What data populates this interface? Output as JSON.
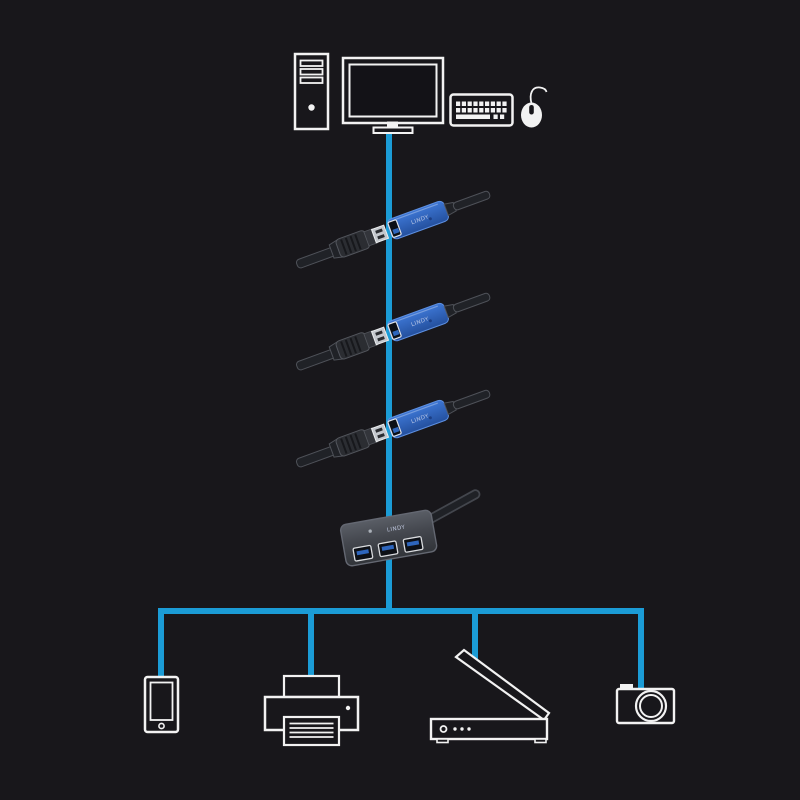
{
  "brand_label": "LINDY",
  "colors": {
    "background": "#18171b",
    "connection_line": "#1b9cd6",
    "device_outline": "#f2f2f2",
    "repeater_body_blue": "#2f63b8",
    "usb_port_tab_blue": "#2e66bd",
    "cable_dark": "#202227",
    "hub_body_gray": "#44474e",
    "plug_metal": "#c3c7cd"
  },
  "icons": [
    {
      "name": "pc-tower-icon"
    },
    {
      "name": "monitor-icon"
    },
    {
      "name": "keyboard-icon"
    },
    {
      "name": "mouse-icon"
    },
    {
      "name": "usb-extension-joint-icon",
      "count": 3
    },
    {
      "name": "usb-hub-icon",
      "visible_ports": 3
    },
    {
      "name": "smartphone-icon"
    },
    {
      "name": "printer-icon"
    },
    {
      "name": "scanner-icon"
    },
    {
      "name": "camera-icon"
    }
  ],
  "topology": {
    "source": "computer workstation (tower, monitor, keyboard, mouse)",
    "chain": [
      "usb extension joint 1",
      "usb extension joint 2",
      "usb extension joint 3",
      "usb hub"
    ],
    "peripherals": [
      "smartphone",
      "printer",
      "scanner",
      "camera"
    ]
  }
}
